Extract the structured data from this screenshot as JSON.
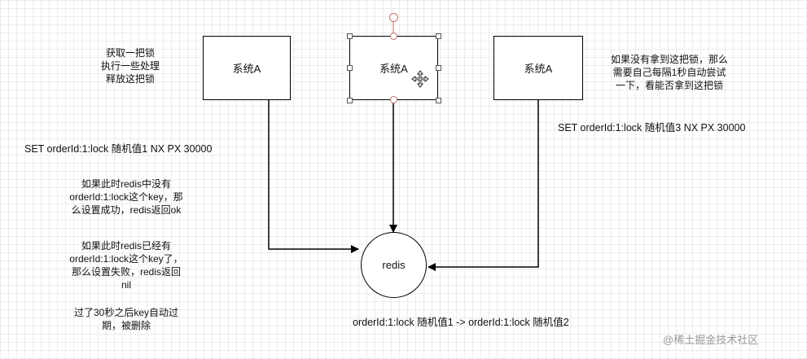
{
  "boxes": [
    {
      "label": "系统A"
    },
    {
      "label": "系统A"
    },
    {
      "label": "系统A"
    }
  ],
  "redis": {
    "label": "redis"
  },
  "notes": {
    "left_top": "获取一把锁\n执行一些处理\n释放这把锁",
    "right_top": "如果没有拿到这把锁，那么\n需要自己每隔1秒自动尝试\n一下，看能否拿到这把锁",
    "left_cmd": "SET orderId:1:lock 随机值1 NX PX 30000",
    "right_cmd": "SET orderId:1:lock 随机值3 NX PX 30000",
    "explain1": "如果此时redis中没有\norderId:1:lock这个key，那\n么设置成功，redis返回ok",
    "explain2": "如果此时redis已经有\norderId:1:lock这个key了，\n那么设置失败，redis返回\nnil",
    "explain3": "过了30秒之后key自动过\n期，被删除",
    "bottom": "orderId:1:lock 随机值1 -> orderId:1:lock 随机值2"
  },
  "watermark": "@稀土掘金技术社区",
  "icons": {
    "selection_cursor": "move-cursor-icon",
    "rotate": "rotate-handle-icon"
  }
}
